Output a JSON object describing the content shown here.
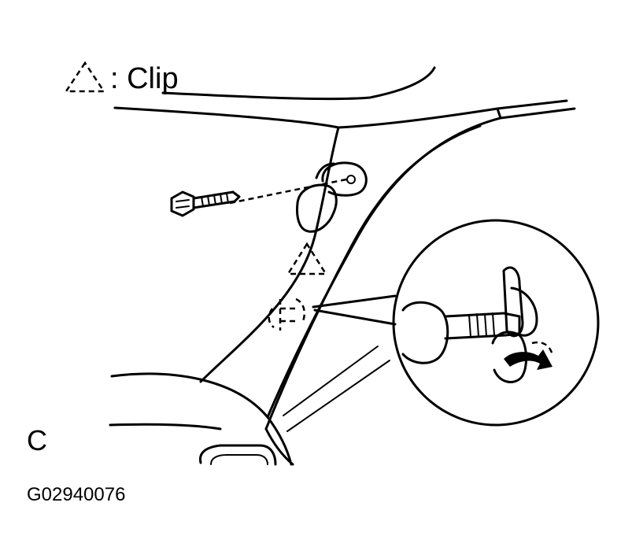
{
  "legend": {
    "symbol_meaning": ": Clip"
  },
  "view_letter": "C",
  "figure_code": "G02940076"
}
